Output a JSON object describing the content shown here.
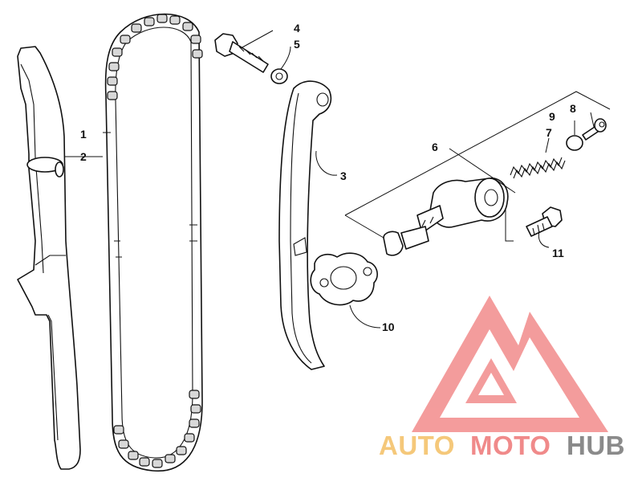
{
  "diagram": {
    "callouts": [
      {
        "id": "1",
        "label": "1"
      },
      {
        "id": "2",
        "label": "2"
      },
      {
        "id": "3",
        "label": "3"
      },
      {
        "id": "4",
        "label": "4"
      },
      {
        "id": "5",
        "label": "5"
      },
      {
        "id": "6",
        "label": "6"
      },
      {
        "id": "7",
        "label": "7"
      },
      {
        "id": "8",
        "label": "8"
      },
      {
        "id": "9",
        "label": "9"
      },
      {
        "id": "10",
        "label": "10"
      },
      {
        "id": "11",
        "label": "11"
      }
    ]
  },
  "watermark": {
    "part1": "AUTO",
    "part2": "MOTO",
    "part3": "HUB",
    "colors": {
      "auto": "#f5c87a",
      "moto": "#f08a8a",
      "hub": "#8a8a8a",
      "logo": "#f28b8b"
    }
  }
}
